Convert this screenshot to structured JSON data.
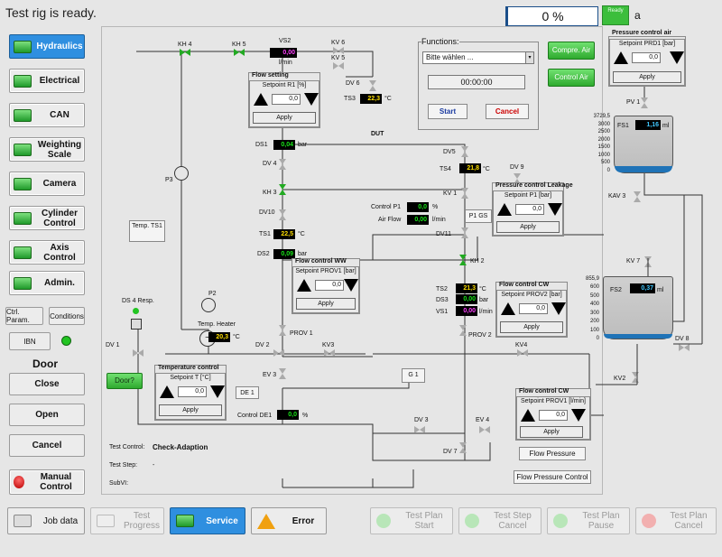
{
  "status": "Test rig is ready.",
  "progress": "0 %",
  "ready": {
    "label": "Ready",
    "unit": "a"
  },
  "nav": [
    "Hydraulics",
    "Electrical",
    "CAN",
    "Weighting Scale",
    "Camera",
    "Cylinder Control",
    "Axis Control",
    "Admin."
  ],
  "small": {
    "ctrl": "Ctrl. Param.",
    "cond": "Conditions",
    "ibn": "IBN"
  },
  "door": {
    "title": "Door",
    "close": "Close",
    "open": "Open",
    "cancel": "Cancel",
    "manual": "Manual Control",
    "door_btn": "Door?"
  },
  "bottom": {
    "job": "Job data",
    "progress": "Test Progress",
    "service": "Service",
    "error": "Error",
    "start": "Test Plan Start",
    "step_cancel": "Test Step Cancel",
    "pause": "Test Plan Pause",
    "plan_cancel": "Test Plan Cancel"
  },
  "functions": {
    "title": "Functions:",
    "select": "Bitte wählen ...",
    "timer": "00:00:00",
    "start": "Start",
    "cancel": "Cancel"
  },
  "air": {
    "compr": "Compre. Air",
    "control": "Control Air"
  },
  "boxes": {
    "flow_setting": {
      "title": "Flow setting",
      "sub": "Setpoint R1 [%]",
      "val": "0,0",
      "apply": "Apply"
    },
    "pc_air": {
      "title": "Pressure control air",
      "sub": "Setpoint PRD1 [bar]",
      "val": "0,0",
      "apply": "Apply"
    },
    "pc_leak": {
      "title": "Pressure control Leakage",
      "sub": "Setpoint P1 [bar]",
      "val": "0,0",
      "apply": "Apply"
    },
    "fc_ww": {
      "title": "Flow control WW",
      "sub": "Setpoint PROV1 [bar]",
      "val": "0,0",
      "apply": "Apply"
    },
    "fc_cw": {
      "title": "Flow control CW",
      "sub": "Setpoint PROV2 [bar]",
      "val": "0,0",
      "apply": "Apply"
    },
    "temp": {
      "title": "Temperature control",
      "sub": "Setpoint T [°C]",
      "val": "0,0",
      "apply": "Apply"
    },
    "fc_cw2": {
      "title": "Flow control CW",
      "sub": "Setpoint PROV1 [l/min]",
      "val": "0,0",
      "apply": "Apply"
    }
  },
  "sensors": {
    "vs2": "0,00",
    "ts3": "22,3",
    "ds1": "0,04",
    "ts4": "21,8",
    "ts1": "22,5",
    "ds2": "0,09",
    "cp1": "0,0",
    "airflow": "0,00",
    "ts2": "21,3",
    "ds3": "0,00",
    "vs1": "0,00",
    "heater": "20,3",
    "de1": "0,0",
    "fs1": "1,16",
    "fs2": "0,37"
  },
  "labels": {
    "kh4": "KH 4",
    "kh5": "KH 5",
    "vs2": "VS2",
    "lmin": "l/min",
    "kv6": "KV 6",
    "kv5": "KV 5",
    "dv6": "DV 6",
    "ts3": "TS3",
    "degc": "°C",
    "dut": "DUT",
    "ds1": "DS1",
    "bar": "bar",
    "dv4": "DV 4",
    "kh3": "KH 3",
    "dv10": "DV10",
    "ts1": "TS1",
    "ds2": "DS2",
    "dv5": "DV5",
    "ts4": "TS4",
    "dv9": "DV 9",
    "kv1": "KV 1",
    "cp1": "Control P1",
    "pct": "%",
    "airflow": "Air Flow",
    "p1gs": "P1 GS",
    "dv11": "DV11",
    "kh2": "KH 2",
    "ts2": "TS2",
    "ds3": "DS3",
    "vs1": "VS1",
    "prov2": "PROV 2",
    "prov1": "PROV 1",
    "kv3": "KV3",
    "kv4": "KV4",
    "g1": "G 1",
    "p3": "P3",
    "temp_ts1": "Temp. TS1",
    "ds4": "DS 4 Resp.",
    "p2": "P2",
    "heater": "Temp. Heater",
    "dv1": "DV 1",
    "dv2": "DV 2",
    "ev3": "EV 3",
    "de1": "DE 1",
    "cde1": "Control DE1",
    "dv3": "DV 3",
    "ev4": "EV 4",
    "dv7": "DV 7",
    "pv1": "PV 1",
    "fs1": "FS1",
    "ml": "ml",
    "kav3": "KAV 3",
    "kv7": "KV 7",
    "fs2": "FS2",
    "dv8": "DV 8",
    "kv2": "KV2",
    "flow_pressure": "Flow Pressure",
    "flow_pressure_control": "Flow Pressure Control"
  },
  "tank1_scale": [
    "3729,5",
    "3000",
    "2500",
    "2000",
    "1500",
    "1000",
    "500",
    "0"
  ],
  "tank2_scale": [
    "855,9",
    "600",
    "500",
    "400",
    "300",
    "200",
    "100",
    "0"
  ],
  "info": {
    "test_control": "Test Control:",
    "test_control_val": "Check-Adaption",
    "test_step": "Test Step:",
    "test_step_val": "-",
    "subvi": "SubVI:"
  },
  "tank_levels": {
    "fs1": 0.12,
    "fs2": 0.08
  }
}
